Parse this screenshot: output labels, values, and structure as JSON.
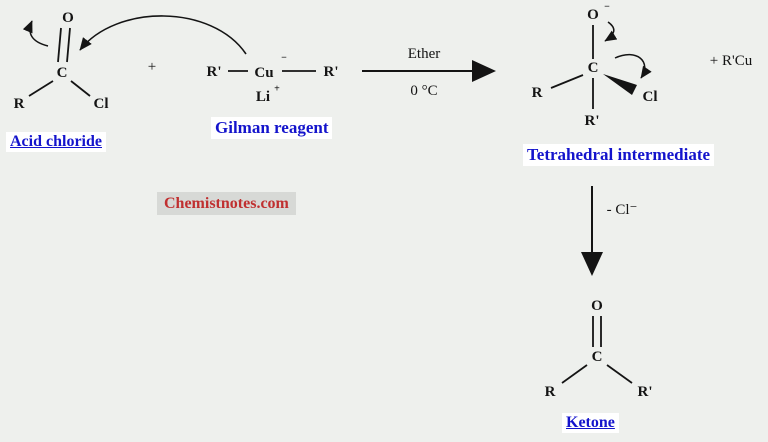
{
  "colors": {
    "background": "#eef0ed",
    "label_blue": "#1414cc",
    "watermark_red": "#c03030",
    "watermark_bg": "#d7d9d6",
    "ink": "#141414",
    "label_bg": "#ffffff"
  },
  "acid_chloride": {
    "label": "Acid chloride",
    "o": "O",
    "c": "C",
    "r": "R",
    "cl": "Cl"
  },
  "plus_sign": "+",
  "gilman_reagent": {
    "label": "Gilman reagent",
    "r_left": "R'",
    "cu": "Cu",
    "cu_charge": "−",
    "li": "Li",
    "li_charge": "+",
    "r_right": "R'"
  },
  "reaction_arrow": {
    "solvent": "Ether",
    "temperature": "0 °C"
  },
  "tetrahedral_intermediate": {
    "label": "Tetrahedral intermediate",
    "o": "O",
    "o_charge": "−",
    "c": "C",
    "r": "R",
    "cl": "Cl",
    "r_prime": "R'",
    "byproduct": "+ R'Cu"
  },
  "watermark": "Chemistnotes.com",
  "elimination": {
    "leaving_group": "- Cl⁻"
  },
  "ketone": {
    "label": "Ketone",
    "o": "O",
    "c": "C",
    "r": "R",
    "r_prime": "R'"
  }
}
